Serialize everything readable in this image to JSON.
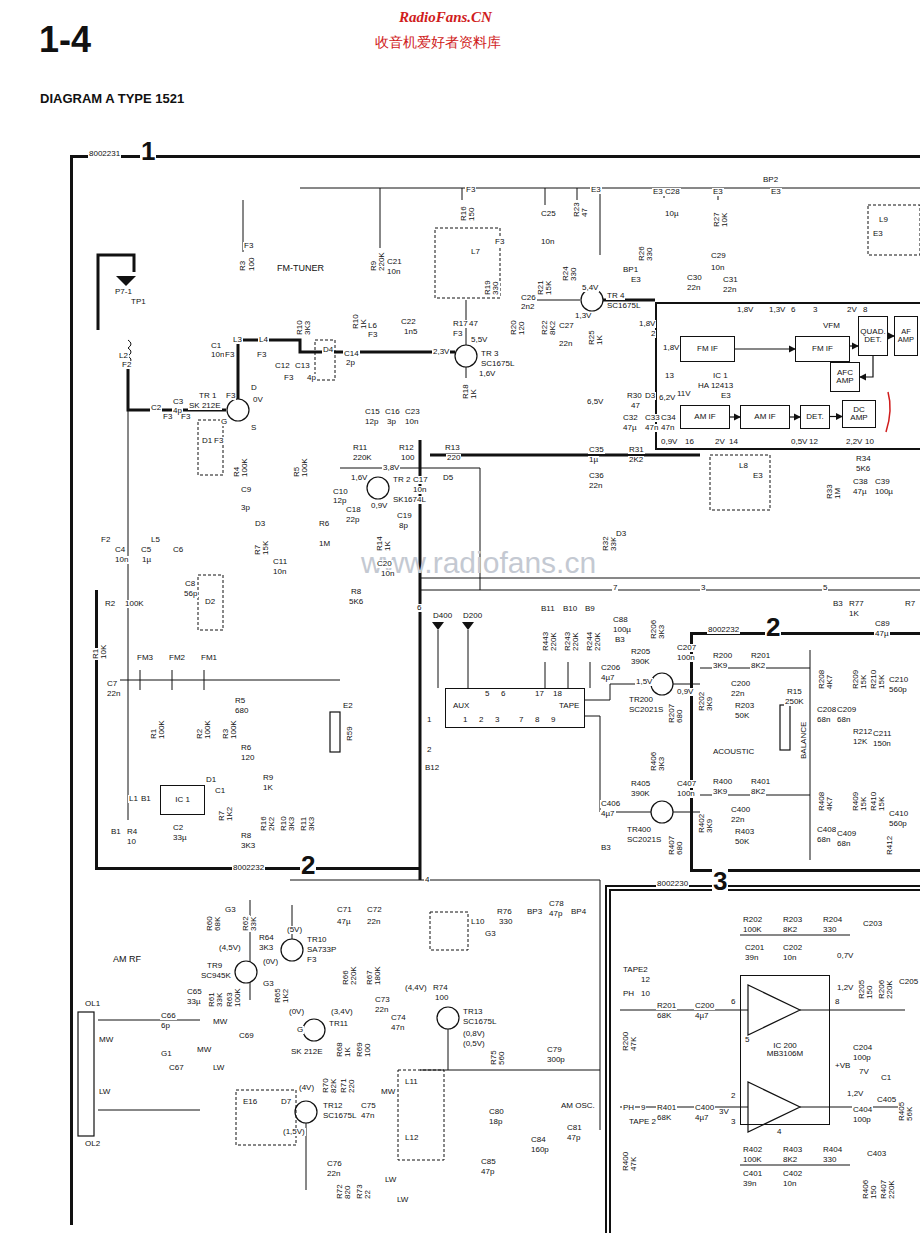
{
  "diagram": {
    "title": "DIAGRAM A TYPE 1521",
    "nodes": [
      {
        "text": [
          "8002231",
          "1"
        ]
      },
      {
        "text": [
          "8002232",
          "2"
        ],
        "in": 0
      },
      {
        "text": [
          "8002232",
          "2"
        ],
        "in": 0
      },
      {
        "text": [
          "8002230",
          "3"
        ],
        "in": 0
      },
      {
        "text": [
          "IC 1",
          "HA 12413"
        ],
        "in": 0
      },
      {
        "text": [
          "FM IF"
        ],
        "in": 4
      },
      {
        "text": [
          "FM IF"
        ],
        "in": 4
      },
      {
        "text": [
          "QUAD. DET."
        ],
        "in": 4
      },
      {
        "text": [
          "AF AMP"
        ],
        "in": 4
      },
      {
        "text": [
          "AFC AMP"
        ],
        "in": 4
      },
      {
        "text": [
          "AM IF"
        ],
        "in": 4
      },
      {
        "text": [
          "AM IF"
        ],
        "in": 4
      },
      {
        "text": [
          "DET."
        ],
        "in": 4
      },
      {
        "text": [
          "DC AMP"
        ],
        "in": 4
      },
      {
        "text": [
          "IC 200",
          "MB3106M"
        ],
        "in": 3
      },
      {
        "text": [
          "AUX"
        ],
        "in": 0
      },
      {
        "text": [
          "IC 1"
        ],
        "in": 1
      }
    ],
    "edges": [
      {
        "from": 5,
        "to": 6,
        "arrow": "to"
      },
      {
        "from": 6,
        "to": 7,
        "arrow": "to"
      },
      {
        "from": 7,
        "to": 8,
        "arrow": "to"
      },
      {
        "from": 7,
        "to": 9,
        "arrow": "to"
      },
      {
        "from": 10,
        "to": 11,
        "arrow": "to"
      },
      {
        "from": 11,
        "to": 12,
        "arrow": "to"
      },
      {
        "from": 12,
        "to": 13,
        "arrow": "to"
      }
    ],
    "labels": [
      "1-4",
      "RadioFans.CN",
      "收音机爱好者资料库",
      "www.radiofans.cn",
      "P7-1",
      "TP1",
      "L2",
      "F2",
      "C2",
      "F3",
      "C3",
      "4p",
      "F3",
      "D1",
      "F3",
      "TR 1",
      "F3",
      "SK 212E",
      "0V",
      "G",
      "S",
      "D",
      "C1",
      "10n",
      "F3",
      "L3",
      "L4",
      "F3",
      "R3",
      "100",
      "F3",
      "FM-TUNER",
      "R10",
      "3K3",
      "C12",
      "C13",
      "F3",
      "4p",
      "D4",
      "C14",
      "2p",
      "R4",
      "100K",
      "R5",
      "100K",
      "R9",
      "220K",
      "C21",
      "10n",
      "L6",
      "F3",
      "C22",
      "1n5",
      "R10",
      "1K",
      "C15",
      "12p",
      "C16",
      "3p",
      "C23",
      "10n",
      "R16",
      "150",
      "F3",
      "L7",
      "F3",
      "C25",
      "10n",
      "R23",
      "47",
      "E3",
      "R19",
      "330",
      "R21",
      "15K",
      "C26",
      "2n2",
      "R24",
      "330",
      "5,4V",
      "TR 4",
      "SC1675L",
      "R20",
      "120",
      "R22",
      "8K2",
      "C27",
      "22n",
      "R25",
      "1K",
      "1,3V",
      "R17",
      "47",
      "F3",
      "2,3V",
      "TR 3",
      "SC1675L",
      "5,5V",
      "1,6V",
      "R18",
      "1K",
      "R11",
      "220K",
      "R12",
      "100",
      "R13",
      "220",
      "C17",
      "10n",
      "D5",
      "3,8V",
      "TR 2",
      "SK1674L",
      "1,6V",
      "0,9V",
      "C10",
      "12p",
      "C18",
      "22p",
      "C19",
      "8p",
      "R14",
      "1K",
      "R6",
      "1M",
      "C9",
      "3p",
      "D3",
      "R7",
      "15K",
      "C20",
      "10n",
      "R8",
      "5K6",
      "C11",
      "10n",
      "C4",
      "10n",
      "F2",
      "C5",
      "1µ",
      "L5",
      "C6",
      "R2",
      "100K",
      "C8",
      "56p",
      "D2",
      "R1",
      "10K",
      "C7",
      "22n",
      "FM3",
      "FM2",
      "FM1",
      "R5",
      "680",
      "R1",
      "100K",
      "R2",
      "100K",
      "R3",
      "100K",
      "D1",
      "E2",
      "R59",
      "R6",
      "120",
      "R9",
      "1K",
      "L1",
      "B1",
      "R7",
      "1K2",
      "C1",
      "R16",
      "2K2",
      "R10",
      "3K3",
      "R11",
      "3K3",
      "R8",
      "3K3",
      "R4",
      "10",
      "C2",
      "33µ",
      "B1",
      "BP1",
      "E3",
      "R26",
      "330",
      "C28",
      "E3",
      "10µ",
      "R27",
      "10K",
      "E3",
      "BP2",
      "E3",
      "C29",
      "10n",
      "C30",
      "22n",
      "C31",
      "22n",
      "1,8V",
      "1,3V",
      "6",
      "VFM",
      "3",
      "2V",
      "8",
      "1,8V",
      "2",
      "1,8V",
      "13",
      "L9",
      "E3",
      "R30",
      "47",
      "D3",
      "6,5V",
      "C32",
      "47µ",
      "C33",
      "47n",
      "C34",
      "47n",
      "6,2V",
      "11V",
      "C35",
      "1µ",
      "R31",
      "2K2",
      "C36",
      "22n",
      "0,9V",
      "16",
      "2V",
      "14",
      "0,5V",
      "12",
      "2,2V",
      "10",
      "R34",
      "5K6",
      "C38",
      "47µ",
      "C39",
      "100µ",
      "R33",
      "1M",
      "L8",
      "E3",
      "R32",
      "33K",
      "D3",
      "7",
      "3",
      "5",
      "E3",
      "D400",
      "D200",
      "B11",
      "B10",
      "B9",
      "R443",
      "220K",
      "R243",
      "220K",
      "R244",
      "220K",
      "C88",
      "100µ",
      "B3",
      "R205",
      "390K",
      "R206",
      "3K3",
      "C207",
      "100n",
      "C206",
      "4µ7",
      "TR200",
      "SC2021S",
      "1,5V",
      "0,9V",
      "R207",
      "680",
      "R200",
      "3K9",
      "R201",
      "8K2",
      "R202",
      "3K9",
      "C200",
      "22n",
      "R203",
      "50K",
      "ACOUSTIC",
      "R15",
      "250K",
      "BALANCE",
      "R208",
      "4K7",
      "C208",
      "68n",
      "C209",
      "68n",
      "R209",
      "15K",
      "R210",
      "15K",
      "R212",
      "12K",
      "C211",
      "150n",
      "C210",
      "560p",
      "R77",
      "1K",
      "B3",
      "C89",
      "47µ",
      "R7",
      "5",
      "6",
      "17",
      "18",
      "TAPE",
      "1",
      "2",
      "3",
      "7",
      "8",
      "9",
      "1",
      "2",
      "B12",
      "R406",
      "3K3",
      "R405",
      "390K",
      "C407",
      "100n",
      "C406",
      "4µ7",
      "TR400",
      "SC2021S",
      "R407",
      "680",
      "B3",
      "R400",
      "3K9",
      "R401",
      "8K2",
      "R402",
      "3K9",
      "C400",
      "22n",
      "R403",
      "50K",
      "R408",
      "4K7",
      "C408",
      "68n",
      "C409",
      "68n",
      "R409",
      "15K",
      "R410",
      "15K",
      "C410",
      "560p",
      "R412",
      "4",
      "6",
      "AM RF",
      "R60",
      "68K",
      "R62",
      "33K",
      "G3",
      "R64",
      "3K3",
      "(5V)",
      "TR10",
      "SA733P",
      "(4,5V)",
      "(0V)",
      "F3",
      "TR9",
      "SC945K",
      "G3",
      "C65",
      "33µ",
      "R61",
      "33K",
      "R63",
      "100K",
      "R65",
      "1K2",
      "C71",
      "47µ",
      "C72",
      "22n",
      "R66",
      "220K",
      "R67",
      "180K",
      "L10",
      "G3",
      "R76",
      "330",
      "BP3",
      "C78",
      "47p",
      "BP4",
      "C73",
      "22n",
      "C74",
      "47n",
      "R74",
      "100",
      "TR13",
      "SC1675L",
      "(4,4V)",
      "(0,8V)",
      "(0,5V)",
      "R75",
      "560",
      "TR11",
      "(0V)",
      "(3,4V)",
      "SK 212E",
      "R68",
      "1K",
      "R69",
      "100",
      "G",
      "C66",
      "6p",
      "C69",
      "MW",
      "MW",
      "LW",
      "C67",
      "G1",
      "OL1",
      "MW",
      "LW",
      "OL2",
      "E16",
      "D7",
      "R70",
      "82K",
      "R71",
      "220",
      "(4V)",
      "TR12",
      "SC1675L",
      "C75",
      "47n",
      "(1,5V)",
      "C76",
      "22n",
      "R72",
      "820",
      "R73",
      "22",
      "L11",
      "L12",
      "MW",
      "LW",
      "C79",
      "300p",
      "C80",
      "18p",
      "AM OSC.",
      "C84",
      "160p",
      "C85",
      "47p",
      "C81",
      "47p",
      "LW",
      "TAPE2",
      "12",
      "10",
      "PH",
      "R201",
      "68K",
      "C200",
      "4µ7",
      "R200",
      "47K",
      "R202",
      "100K",
      "R203",
      "8K2",
      "R204",
      "330",
      "C201",
      "39n",
      "C202",
      "10n",
      "C203",
      "R205",
      "150",
      "R206",
      "220K",
      "C205",
      "C204",
      "100p",
      "0,7V",
      "1,2V",
      "+VB",
      "7V",
      "C1",
      "1,2V",
      "6",
      "8",
      "PH",
      "9",
      "TAPE 2",
      "R401",
      "68K",
      "C400",
      "4µ7",
      "R400",
      "47K",
      "3V",
      "2",
      "3",
      "5",
      "4",
      "R402",
      "100K",
      "R403",
      "8K2",
      "R404",
      "330",
      "C401",
      "39n",
      "C402",
      "10n",
      "C405",
      "C404",
      "100p",
      "R405",
      "56K",
      "C403",
      "R406",
      "150",
      "R407",
      "220K"
    ]
  }
}
